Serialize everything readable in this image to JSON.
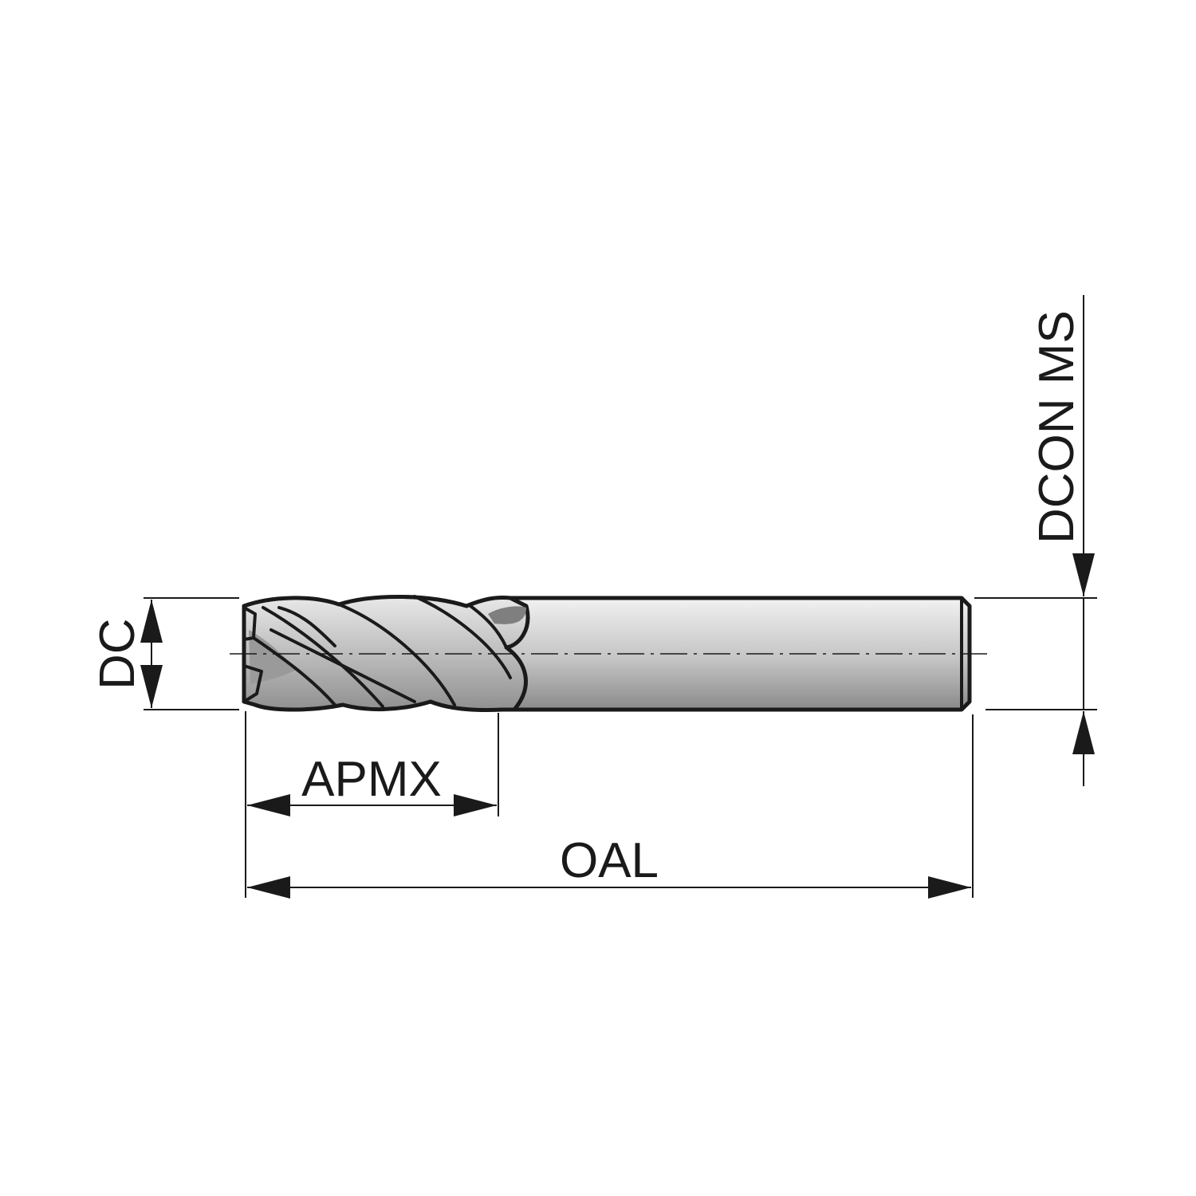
{
  "labels": {
    "dc": "DC",
    "apmx": "APMX",
    "oal": "OAL",
    "dcon_ms": "DCON MS"
  },
  "colors": {
    "ink": "#1a1a1a",
    "paper": "#ffffff",
    "tool_fill": "#c9c9c9",
    "tool_light": "#ececec",
    "tool_dark": "#8e8e8e"
  },
  "icons": {
    "arrowheads": "filled-triangle-arrow"
  }
}
